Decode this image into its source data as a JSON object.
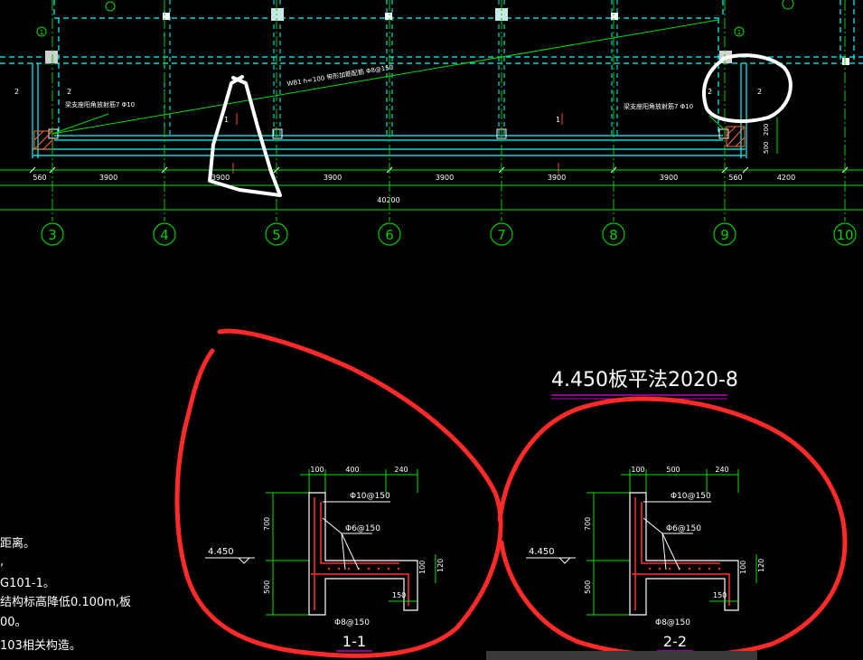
{
  "plan": {
    "axis_labels": [
      "3",
      "4",
      "5",
      "6",
      "7",
      "8",
      "9",
      "10"
    ],
    "axis_label_left_top": "1",
    "axis_label_right_top": "1",
    "span_dims": [
      "560",
      "3900",
      "3900",
      "3900",
      "3900",
      "3900",
      "3900",
      "560",
      "4200"
    ],
    "total_dim": "40200",
    "right_dims": [
      "500",
      "200"
    ],
    "beam_note": "WB1 h=100  带形加筋配筋  Φ8@150",
    "left_note": "梁支座阳角放射筋7 Φ10",
    "right_note": "梁支座阳角放射筋7 Φ10",
    "section_mark": "2",
    "cut_mark": "1",
    "colors": {
      "axis": "#00cc00",
      "dim": "#00e000",
      "wall": "#00ffff",
      "markup": "#ffffff",
      "highlight": "#ff2a2a",
      "title": "#ffffff",
      "title_underline": "#c000c0"
    }
  },
  "title": "4.450板平法2020-8",
  "left_notes": [
    "距离。",
    ",",
    "G101-1。",
    "结构标高降低0.100m,板",
    "00。",
    "103相关构造。"
  ],
  "details": [
    {
      "id": "1-1",
      "dims_top": [
        "100",
        "400",
        "240"
      ],
      "elev": "4.450",
      "dim_700": "700",
      "dim_500": "500",
      "dim_120": "120",
      "dim_100": "100",
      "dim_150": "150",
      "rebar_top": "Φ10@150",
      "rebar_mid": "Φ6@150",
      "rebar_bot": "Φ8@150"
    },
    {
      "id": "2-2",
      "dims_top": [
        "100",
        "500",
        "240"
      ],
      "elev": "4.450",
      "dim_700": "700",
      "dim_500": "500",
      "dim_120": "120",
      "dim_100": "100",
      "dim_150": "150",
      "rebar_top": "Φ10@150",
      "rebar_mid": "Φ6@150",
      "rebar_bot": "Φ8@150"
    }
  ]
}
